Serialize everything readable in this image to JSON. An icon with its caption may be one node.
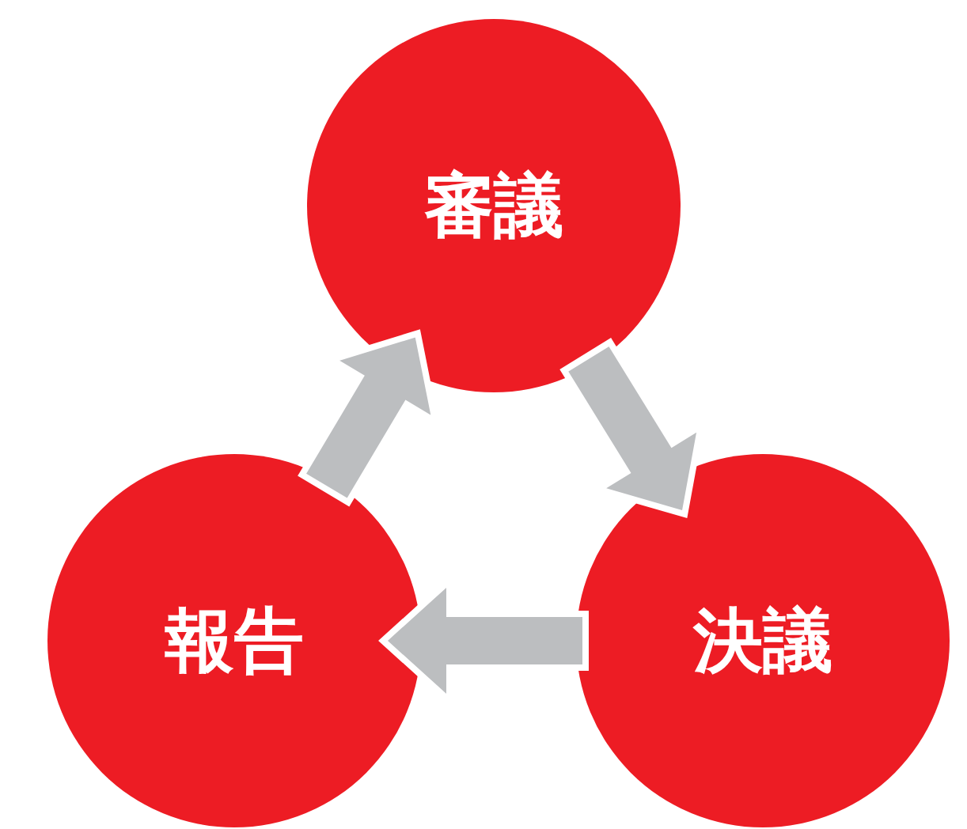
{
  "diagram": {
    "nodes": [
      {
        "text": [
          "審議"
        ]
      },
      {
        "text": [
          "決議"
        ]
      },
      {
        "text": [
          "報告"
        ]
      }
    ],
    "edges": [
      {
        "from": 0,
        "to": 1,
        "arrow": "to"
      },
      {
        "from": 1,
        "to": 2,
        "arrow": "to"
      },
      {
        "from": 2,
        "to": 0,
        "arrow": "to"
      }
    ]
  }
}
